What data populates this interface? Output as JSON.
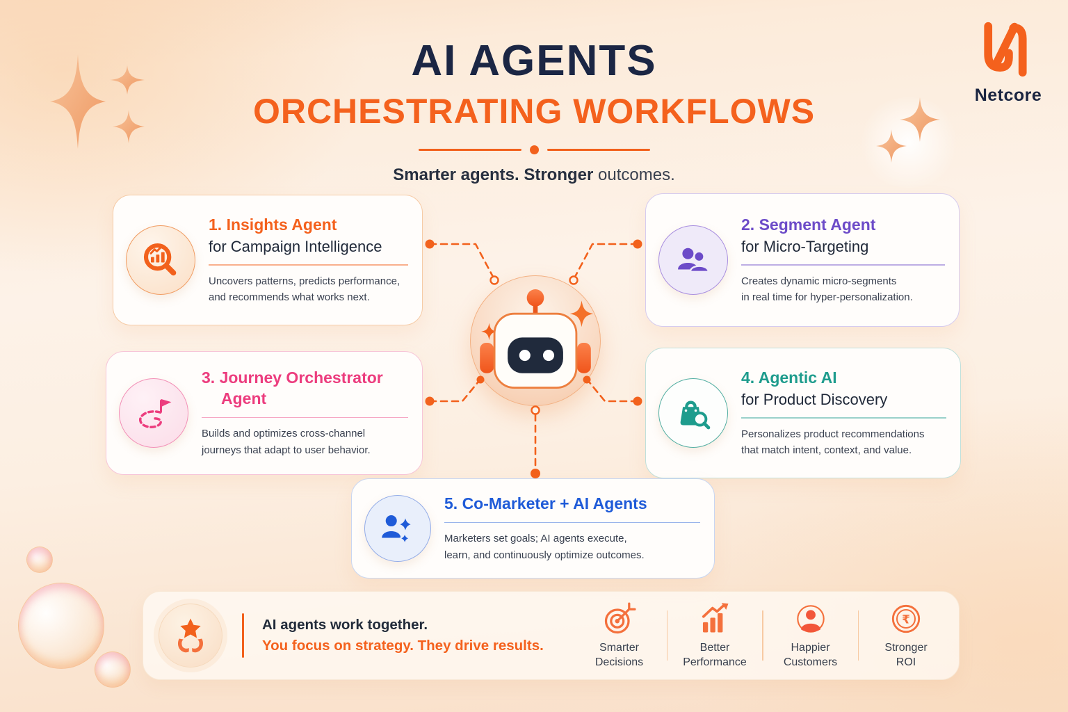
{
  "header": {
    "title": "AI AGENTS",
    "subtitle": "ORCHESTRATING WORKFLOWS",
    "tagline_strong": "Smarter agents. Stronger",
    "tagline_light": "outcomes.",
    "brand": "Netcore"
  },
  "cards": [
    {
      "title": "1. Insights Agent",
      "title2": "",
      "subtitle": "for Campaign Intelligence",
      "desc1": "Uncovers patterns, predicts performance,",
      "desc2": "and recommends what works next.",
      "accent": "#F4611D",
      "icon": "magnifier-chart-icon"
    },
    {
      "title": "2. Segment Agent",
      "title2": "",
      "subtitle": "for Micro-Targeting",
      "desc1": "Creates dynamic micro-segments",
      "desc2": "in real time for hyper-personalization.",
      "accent": "#6C4BC8",
      "icon": "two-users-icon"
    },
    {
      "title": "3. Journey Orchestrator",
      "title2": "Agent",
      "subtitle": "",
      "desc1": "Builds and optimizes cross-channel",
      "desc2": "journeys that adapt to user behavior.",
      "accent": "#EC3D7E",
      "icon": "journey-flag-icon"
    },
    {
      "title": "4. Agentic AI",
      "title2": "",
      "subtitle": "for Product Discovery",
      "desc1": "Personalizes product recommendations",
      "desc2": "that match intent, context, and value.",
      "accent": "#1E9C8D",
      "icon": "shopping-bag-search-icon"
    },
    {
      "title": "5. Co-Marketer + AI Agents",
      "title2": "",
      "subtitle": "",
      "desc1": "Marketers set goals; AI agents execute,",
      "desc2": "learn, and continuously optimize outcomes.",
      "accent": "#1F5BD8",
      "icon": "user-sparkles-icon"
    }
  ],
  "hub": {
    "icon": "robot-icon"
  },
  "footer": {
    "icon": "hands-holding-star-icon",
    "statement_line1": "AI agents work together.",
    "statement_line2": "You focus on strategy. They drive results.",
    "outcomes": [
      {
        "line1": "Smarter",
        "line2": "Decisions",
        "icon": "target-arrow-icon"
      },
      {
        "line1": "Better",
        "line2": "Performance",
        "icon": "growth-chart-icon"
      },
      {
        "line1": "Happier",
        "line2": "Customers",
        "icon": "customer-icon"
      },
      {
        "line1": "Stronger",
        "line2": "ROI",
        "icon": "rupee-coin-icon"
      }
    ]
  },
  "colors": {
    "orange": "#F4611D",
    "navy": "#1B2644",
    "body_text": "#3A4150",
    "purple": "#6C4BC8",
    "pink": "#EC3D7E",
    "teal": "#1E9C8D",
    "blue": "#1F5BD8",
    "coral": "#F4703C"
  }
}
